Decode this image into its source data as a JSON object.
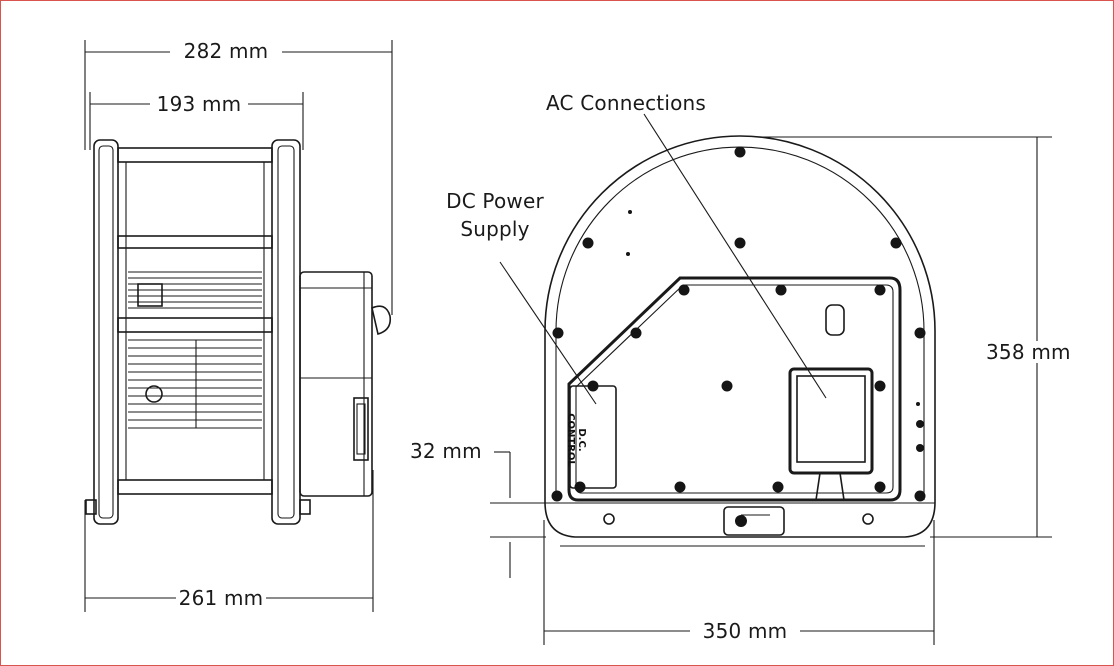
{
  "dimensions": {
    "side_overall_width": "282 mm",
    "side_frame_width": "193 mm",
    "side_base_width": "261 mm",
    "front_height": "358 mm",
    "front_base_width": "350 mm",
    "front_base_offset": "32 mm"
  },
  "callouts": {
    "ac_connections": "AC Connections",
    "dc_power_supply_line1": "DC Power",
    "dc_power_supply_line2": "Supply"
  },
  "panel_stamp": {
    "line1": "D.C.",
    "line2": "CONTROL"
  },
  "colors": {
    "frame_border": "#d9534f",
    "line": "#1a1a1a"
  }
}
